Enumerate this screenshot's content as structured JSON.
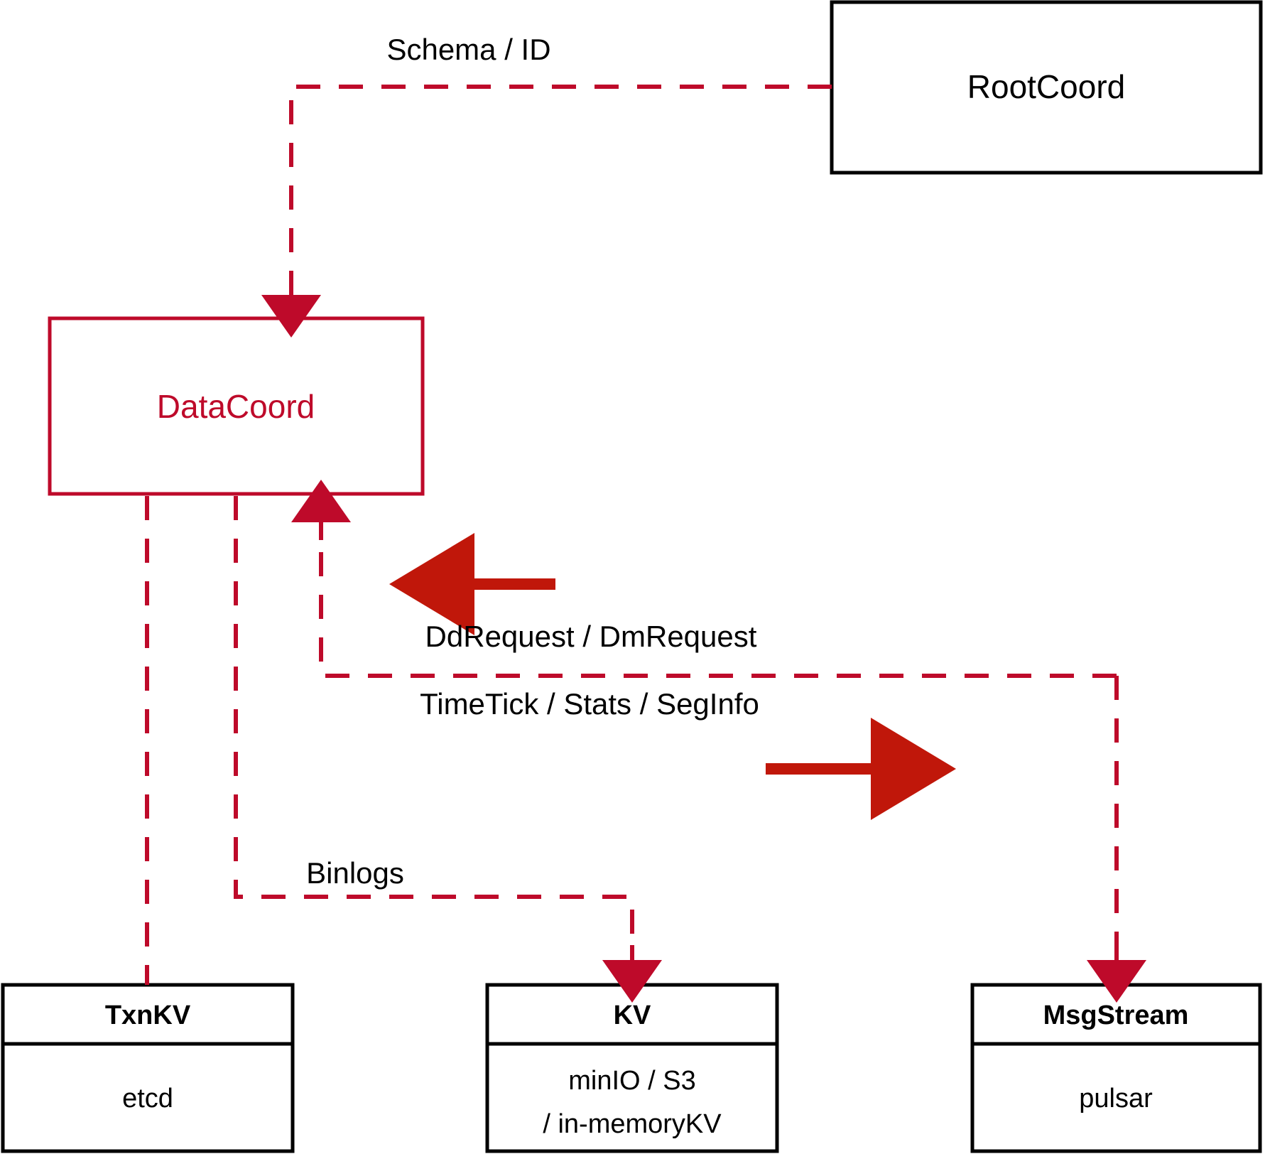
{
  "diagram": {
    "title": "DataCoord component interaction diagram",
    "colors": {
      "dashed_red": "#BE0A2A",
      "solid_arrow_red": "#C0170A",
      "box_black": "#000000",
      "background": "#FFFFFF"
    },
    "nodes": [
      {
        "id": "rootcoord",
        "label": "RootCoord",
        "style": "black-outline"
      },
      {
        "id": "datacoord",
        "label": "DataCoord",
        "style": "red-outline"
      },
      {
        "id": "txnkv",
        "label": "TxnKV",
        "sub_lines": [
          "etcd"
        ],
        "style": "black-outline-two-compartment"
      },
      {
        "id": "kv",
        "label": "KV",
        "sub_lines": [
          "minIO / S3",
          "/ in-memoryKV"
        ],
        "style": "black-outline-two-compartment"
      },
      {
        "id": "msgstream",
        "label": "MsgStream",
        "sub_lines": [
          "pulsar"
        ],
        "style": "black-outline-two-compartment"
      }
    ],
    "edges": [
      {
        "id": "rootcoord-to-datacoord",
        "label": "Schema / ID",
        "from": "rootcoord",
        "to": "datacoord",
        "style": "dashed",
        "arrowhead": "to"
      },
      {
        "id": "msgstream-to-datacoord",
        "label": "DdRequest / DmRequest",
        "from": "msgstream",
        "to": "datacoord",
        "style": "dashed",
        "arrowhead": "to",
        "direction_marker": "left"
      },
      {
        "id": "datacoord-to-msgstream",
        "label": "TimeTick / Stats / SegInfo",
        "from": "datacoord",
        "to": "msgstream",
        "style": "dashed",
        "arrowhead": "to",
        "direction_marker": "right"
      },
      {
        "id": "datacoord-to-kv",
        "label": "Binlogs",
        "from": "datacoord",
        "to": "kv",
        "style": "dashed",
        "arrowhead": "to"
      },
      {
        "id": "datacoord-to-txnkv",
        "label": "",
        "from": "datacoord",
        "to": "txnkv",
        "style": "dashed",
        "arrowhead": "none"
      }
    ],
    "labels": {
      "schema_id": "Schema / ID",
      "dd_dm_request": "DdRequest / DmRequest",
      "timetick_stats_seginfo": "TimeTick / Stats / SegInfo",
      "binlogs": "Binlogs",
      "rootcoord": "RootCoord",
      "datacoord": "DataCoord",
      "txnkv_title": "TxnKV",
      "txnkv_sub": "etcd",
      "kv_title": "KV",
      "kv_sub_line1": "minIO / S3",
      "kv_sub_line2": "/ in-memoryKV",
      "msgstream_title": "MsgStream",
      "msgstream_sub": "pulsar"
    }
  }
}
